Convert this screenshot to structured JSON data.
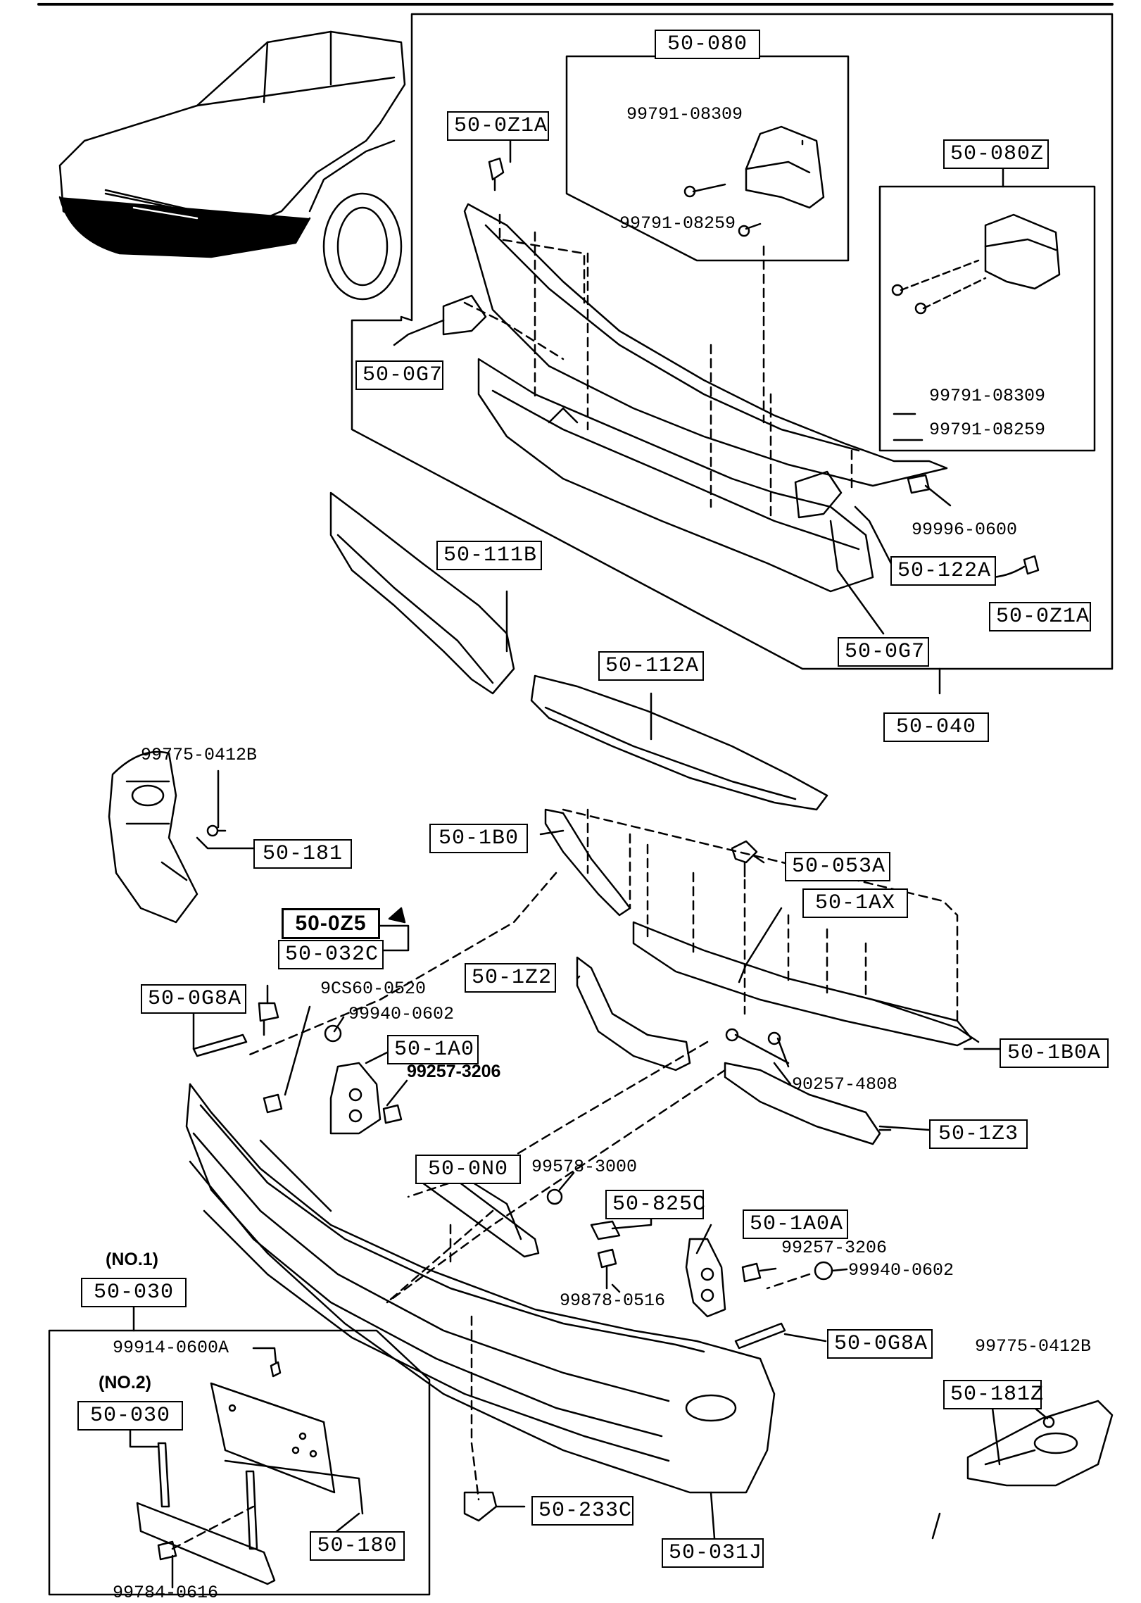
{
  "diagram": {
    "callouts": {
      "c_080": "50-080",
      "c_0z1a_top": "50-0Z1A",
      "c_080z": "50-080Z",
      "c_0g7_left": "50-0G7",
      "c_111b": "50-111B",
      "c_122a": "50-122A",
      "c_0z1a_right": "50-0Z1A",
      "c_0g7_right": "50-0G7",
      "c_112a": "50-112A",
      "c_040": "50-040",
      "c_181": "50-181",
      "c_1b0": "50-1B0",
      "c_053a": "50-053A",
      "c_0z5": "50-0Z5",
      "c_1ax": "50-1AX",
      "c_032c": "50-032C",
      "c_1z2": "50-1Z2",
      "c_0g8a_left": "50-0G8A",
      "c_1a0": "50-1A0",
      "c_1b0a": "50-1B0A",
      "c_1z3": "50-1Z3",
      "c_0n0": "50-0N0",
      "c_825c": "50-825C",
      "c_1a0a": "50-1A0A",
      "c_030_no1": "50-030",
      "c_0g8a_right": "50-0G8A",
      "c_030_no2": "50-030",
      "c_181z": "50-181Z",
      "c_233c": "50-233C",
      "c_180": "50-180",
      "c_031j": "50-031J"
    },
    "parts": {
      "p_08309_top": "99791-08309",
      "p_08259_top": "99791-08259",
      "p_08309_right": "99791-08309",
      "p_08259_right": "99791-08259",
      "p_0600": "99996-0600",
      "p_0412b_left": "99775-0412B",
      "p_0520": "9CS60-0520",
      "p_0602_left": "99940-0602",
      "p_3206_left": "99257-3206",
      "p_4808": "90257-4808",
      "p_3000": "99578-3000",
      "p_3206_right": "99257-3206",
      "p_0602_right": "99940-0602",
      "p_0516": "99878-0516",
      "p_0600a": "99914-0600A",
      "p_0412b_right": "99775-0412B",
      "p_0616": "99784-0616"
    },
    "variants": {
      "no1": "(NO.1)",
      "no2": "(NO.2)"
    }
  }
}
